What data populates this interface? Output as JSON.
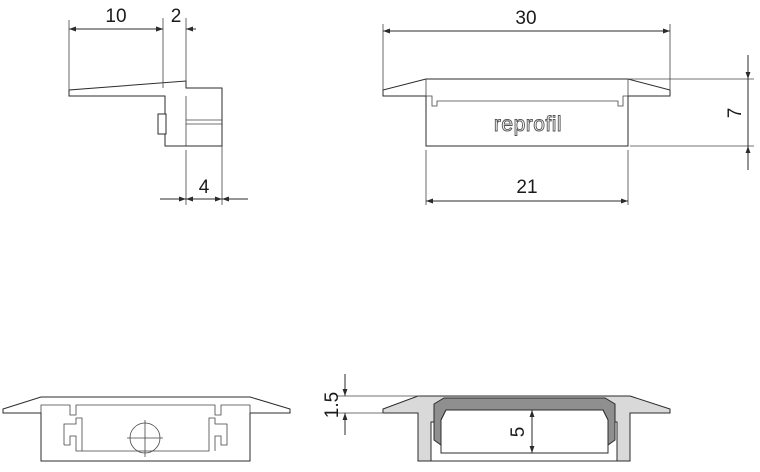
{
  "brand": "reprofil",
  "dimensions": {
    "side_top_width": "10",
    "side_top_tab": "2",
    "side_bottom": "4",
    "front_top_width": "30",
    "front_height": "7",
    "front_bottom_width": "21",
    "section_lip": "1.5",
    "section_depth": "5"
  }
}
